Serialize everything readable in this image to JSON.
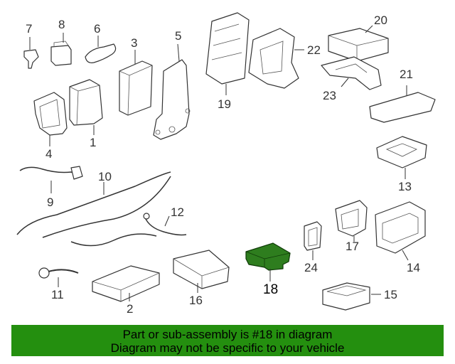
{
  "diagram": {
    "highlighted_part": "18",
    "callouts": [
      {
        "id": "c7",
        "label": "7"
      },
      {
        "id": "c8",
        "label": "8"
      },
      {
        "id": "c6",
        "label": "6"
      },
      {
        "id": "c3",
        "label": "3"
      },
      {
        "id": "c5",
        "label": "5"
      },
      {
        "id": "c20",
        "label": "20"
      },
      {
        "id": "c22",
        "label": "22"
      },
      {
        "id": "c19",
        "label": "19"
      },
      {
        "id": "c23",
        "label": "23"
      },
      {
        "id": "c21",
        "label": "21"
      },
      {
        "id": "c4",
        "label": "4"
      },
      {
        "id": "c1",
        "label": "1"
      },
      {
        "id": "c13",
        "label": "13"
      },
      {
        "id": "c10",
        "label": "10"
      },
      {
        "id": "c9",
        "label": "9"
      },
      {
        "id": "c12",
        "label": "12"
      },
      {
        "id": "c17",
        "label": "17"
      },
      {
        "id": "c24",
        "label": "24"
      },
      {
        "id": "c14",
        "label": "14"
      },
      {
        "id": "c18",
        "label": "18"
      },
      {
        "id": "c11",
        "label": "11"
      },
      {
        "id": "c2",
        "label": "2"
      },
      {
        "id": "c16",
        "label": "16"
      },
      {
        "id": "c15",
        "label": "15"
      }
    ]
  },
  "banner": {
    "line1": "Part or sub-assembly is #18 in diagram",
    "line2": "Diagram may not be specific to your vehicle"
  },
  "colors": {
    "banner_bg": "#248f0f",
    "highlight_fill": "#2e7d1e",
    "line_art": "#333333"
  }
}
